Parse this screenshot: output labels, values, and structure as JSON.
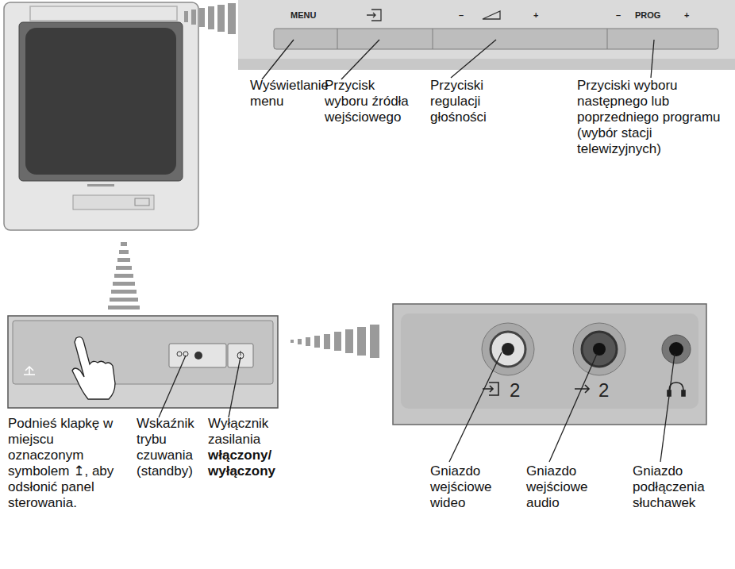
{
  "diagram": {
    "labels": [
      "MENU",
      "–",
      "+",
      "–",
      "PROG",
      "+",
      "Wyświetlanie menu",
      "Przycisk wyboru źródła wejściowego",
      "Przyciski regulacji głośności",
      "Przyciski wyboru następnego lub poprzedniego programu (wybór stacji telewizyjnych)",
      "Podnieś klapkę w miejscu oznaczonym symbolem ↥, aby odsłonić panel sterowania.",
      "Wskaźnik trybu czuwania (standby)",
      "Wyłącznik zasilania",
      "włączony/ wyłączony",
      "2",
      "2",
      "Gniazdo wejściowe wideo",
      "Gniazdo wejściowe audio",
      "Gniazdo podłączenia słuchawek"
    ]
  }
}
